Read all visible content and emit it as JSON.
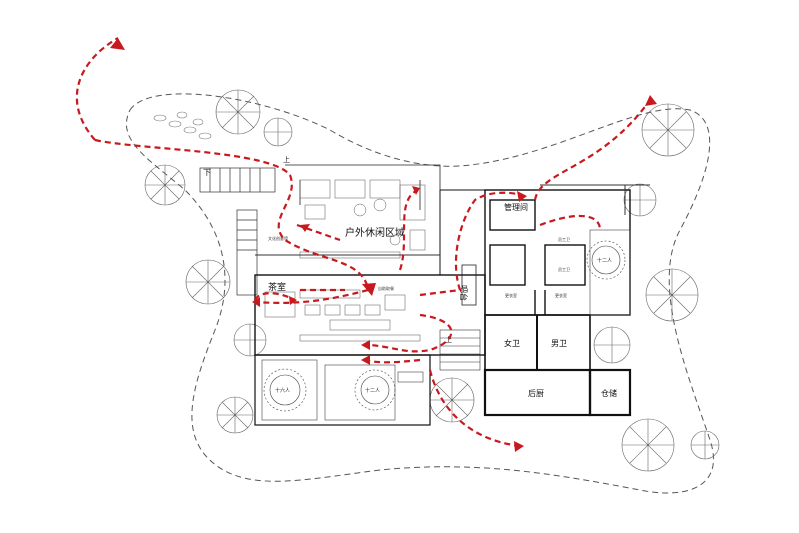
{
  "labels": {
    "outdoor_leisure_area": "户外休闲区域",
    "management_room": "管理间",
    "tea_room": "茶室",
    "bar": "吧台",
    "women_wc": "女卫",
    "men_wc": "男卫",
    "back_kitchen": "后厨",
    "storage": "仓储",
    "down": "下",
    "up_left": "上",
    "up_right": "上",
    "table_12_right": "十二人",
    "table_12_center": "十二人",
    "table_16_left": "十六人",
    "small_note_outdoor": "文化创意墙",
    "small_note_center": "自助取餐",
    "small_note_service_1": "员工卫",
    "small_note_service_2": "员工卫",
    "small_note_lobby_1": "更衣室",
    "small_note_lobby_2": "更衣室"
  },
  "colors": {
    "flow_arrow": "#c8191e",
    "walls": "#111111",
    "site_outline": "#555555",
    "trees": "#666666"
  },
  "icons": {
    "flow": "dashed-red-arrow",
    "tree": "tree-canopy-symbol"
  }
}
